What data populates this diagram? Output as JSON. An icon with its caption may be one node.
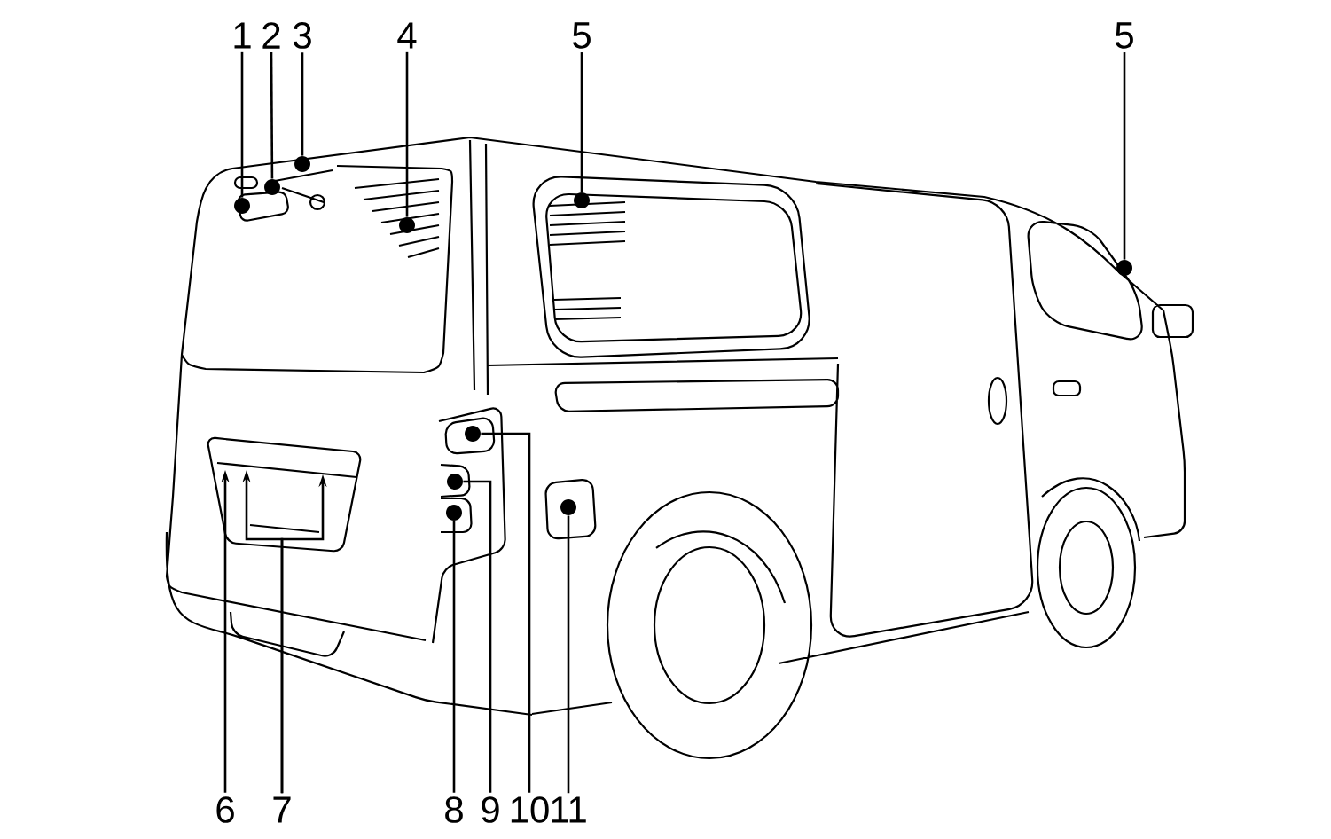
{
  "diagram": {
    "nodes": [
      {
        "text": [
          "1"
        ]
      },
      {
        "text": [
          "2"
        ]
      },
      {
        "text": [
          "3"
        ]
      },
      {
        "text": [
          "4"
        ]
      },
      {
        "text": [
          "5"
        ]
      },
      {
        "text": [
          "5"
        ]
      },
      {
        "text": [
          "6"
        ]
      },
      {
        "text": [
          "7"
        ]
      },
      {
        "text": [
          "8"
        ]
      },
      {
        "text": [
          "9"
        ]
      },
      {
        "text": [
          "10"
        ]
      },
      {
        "text": [
          "11"
        ]
      },
      {
        "text": [],
        "shape": "circle"
      },
      {
        "text": [],
        "shape": "circle"
      },
      {
        "text": [],
        "shape": "circle"
      },
      {
        "text": [],
        "shape": "circle"
      },
      {
        "text": [],
        "shape": "circle"
      },
      {
        "text": [],
        "shape": "circle"
      },
      {
        "text": [],
        "shape": "circle"
      },
      {
        "text": [],
        "shape": "circle"
      },
      {
        "text": [],
        "shape": "circle"
      },
      {
        "text": [],
        "shape": "circle"
      }
    ],
    "edges": [
      {
        "from": 0,
        "to": 12,
        "arrow": "none"
      },
      {
        "from": 1,
        "to": 13,
        "arrow": "none"
      },
      {
        "from": 2,
        "to": 14,
        "arrow": "none"
      },
      {
        "from": 3,
        "to": 15,
        "arrow": "none"
      },
      {
        "from": 4,
        "to": 20,
        "arrow": "none"
      },
      {
        "from": 5,
        "to": 21,
        "arrow": "none"
      },
      {
        "from": 6,
        "to": null,
        "arrow": "to"
      },
      {
        "from": 7,
        "to": null,
        "arrow": "to"
      },
      {
        "from": 7,
        "to": null,
        "arrow": "to"
      },
      {
        "from": 8,
        "to": 16,
        "arrow": "none"
      },
      {
        "from": 9,
        "to": 17,
        "arrow": "none"
      },
      {
        "from": 10,
        "to": 18,
        "arrow": "none"
      },
      {
        "from": 11,
        "to": 19,
        "arrow": "none"
      }
    ]
  }
}
